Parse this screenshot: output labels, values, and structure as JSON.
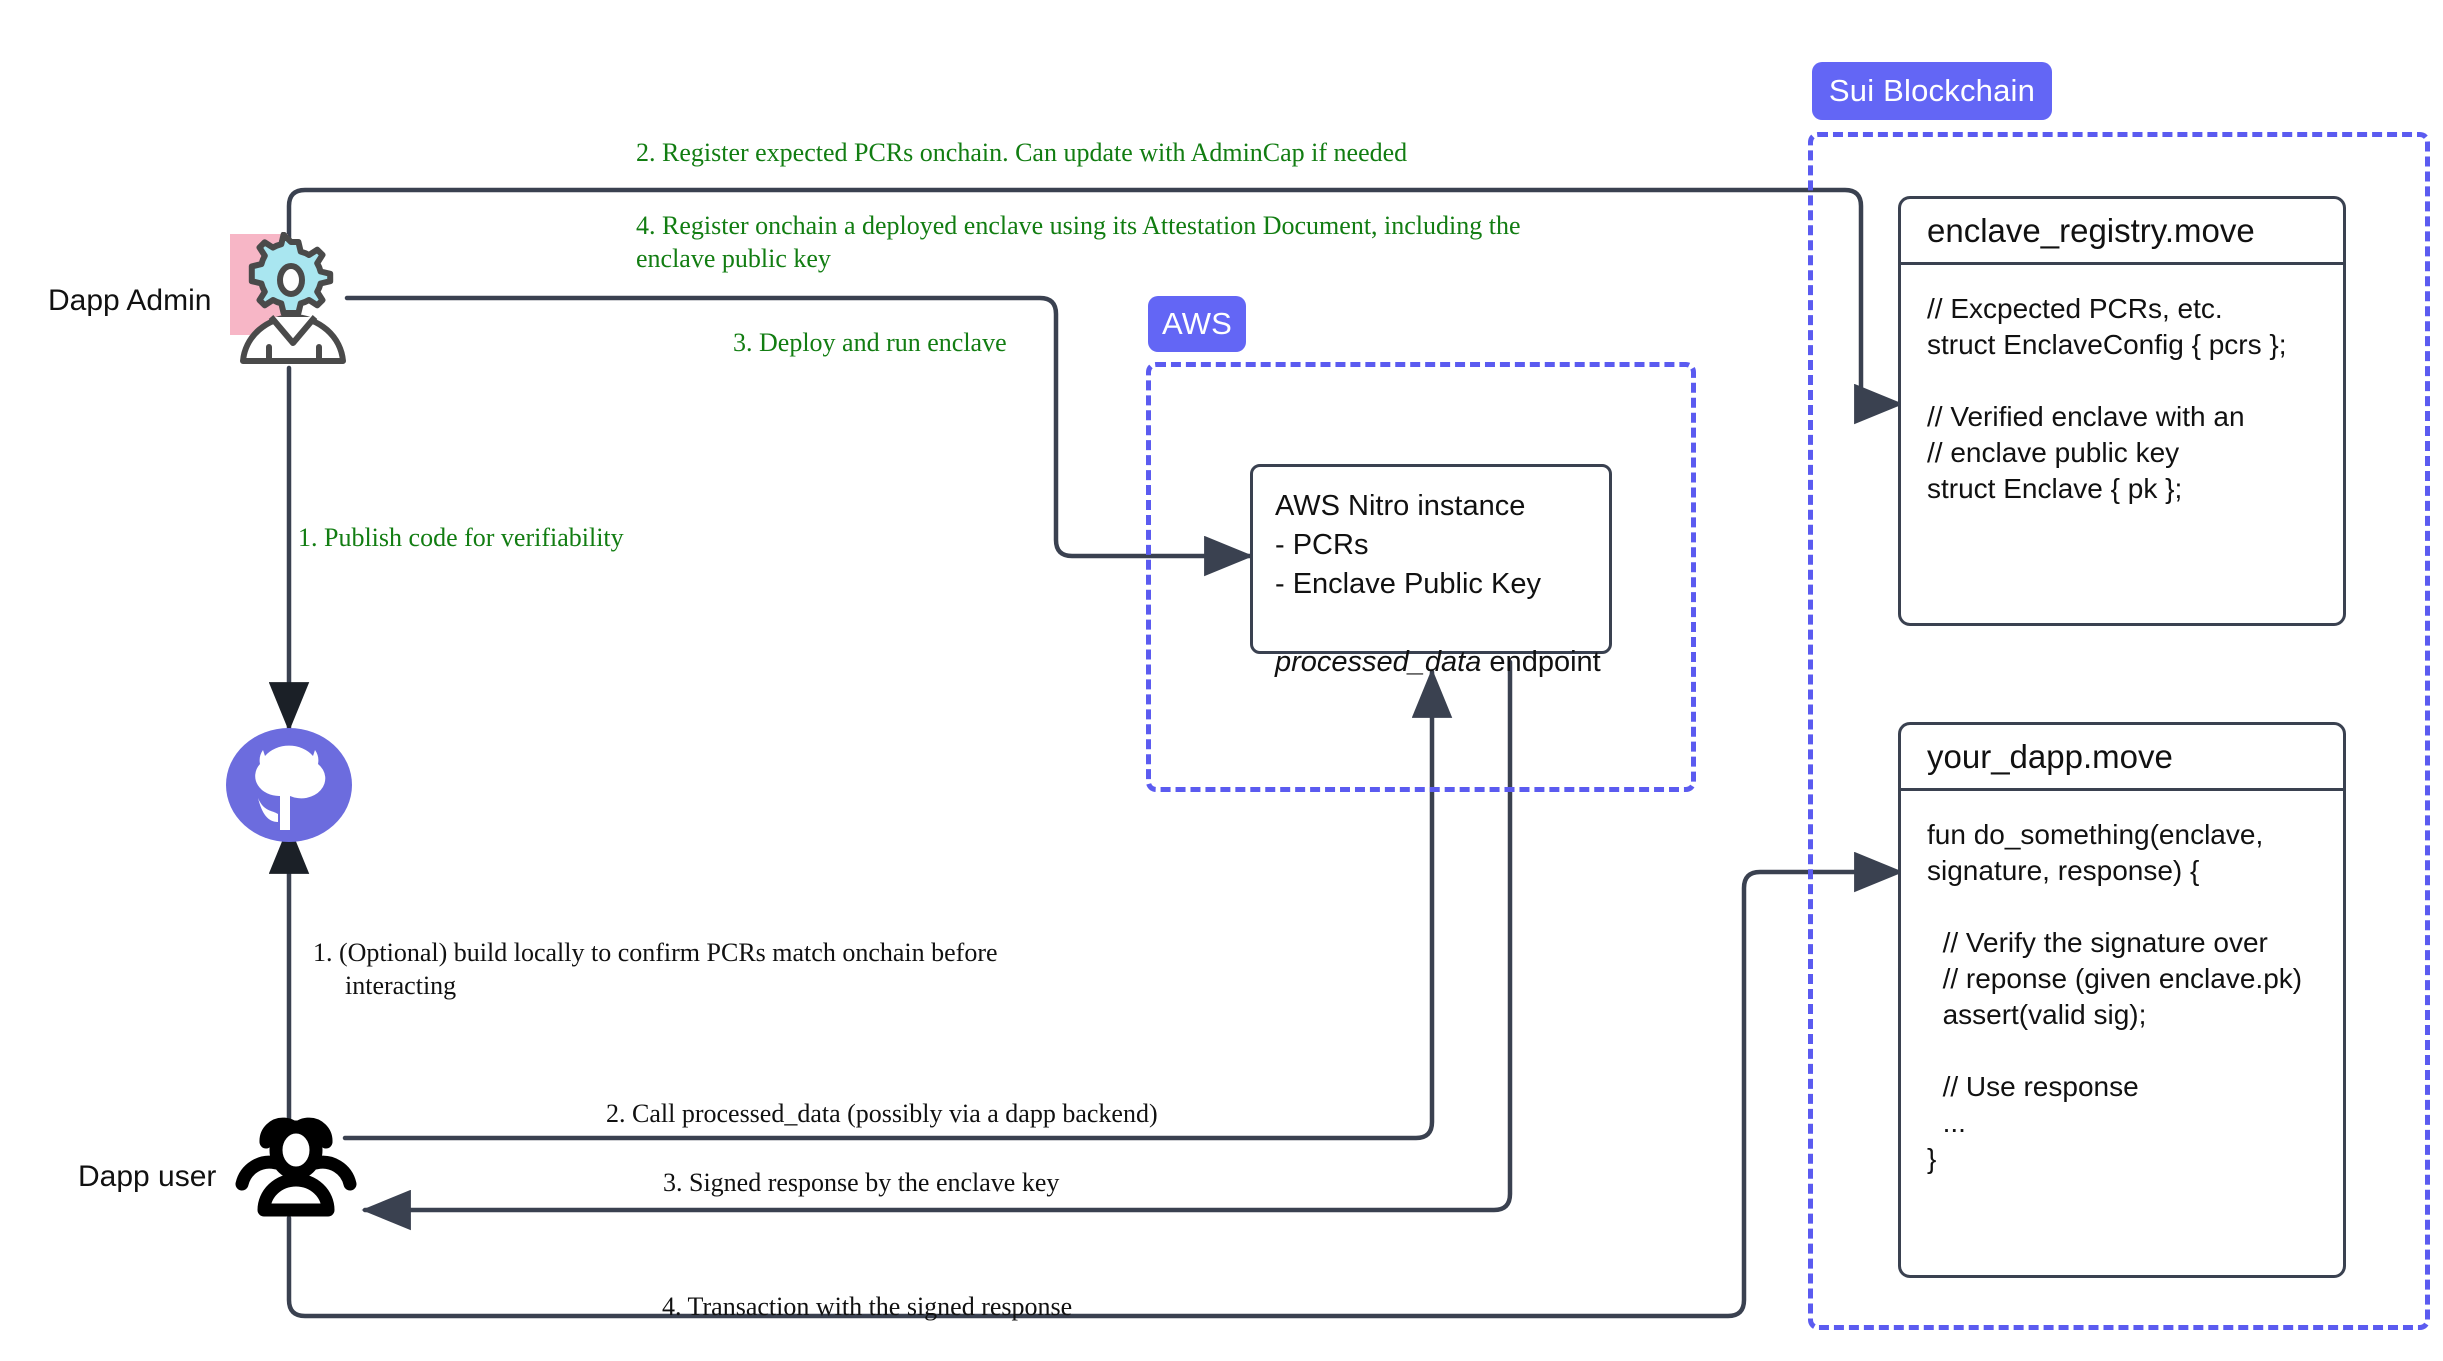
{
  "diagram": {
    "title": "Nitro Enclave attestation flow on Sui",
    "colors": {
      "accent_purple": "#6366F5",
      "dashed_purple": "#5B5BF0",
      "annotation_green": "#127D12",
      "line_gray": "#3A4150",
      "github_purple": "#6C6CDE",
      "gear_cyan": "#A9E6F0",
      "admin_pink": "#F7B6C6"
    }
  },
  "actors": {
    "admin": {
      "label": "Dapp Admin",
      "icon": "admin-gear-person-icon"
    },
    "user": {
      "label": "Dapp user",
      "icon": "users-group-icon"
    },
    "repo": {
      "label": "github-icon"
    }
  },
  "zones": {
    "aws": {
      "badge": "AWS"
    },
    "sui": {
      "badge": "Sui Blockchain"
    }
  },
  "nodes": {
    "nitro": {
      "name": "AWS Nitro instance",
      "line_pcrs": "- PCRs",
      "line_pk": "- Enclave Public Key",
      "endpoint_code": "processed_data",
      "endpoint_suffix": " endpoint"
    },
    "enclave_registry": {
      "title": "enclave_registry.move",
      "body": "// Excpected PCRs, etc.\nstruct EnclaveConfig { pcrs };\n\n// Verified enclave with an\n// enclave public key\nstruct Enclave { pk };"
    },
    "your_dapp": {
      "title": "your_dapp.move",
      "body": "fun do_something(enclave,\nsignature, response) {\n\n  // Verify the signature over\n  // reponse (given enclave.pk)\n  assert(valid sig);\n\n  // Use response\n  ...\n}"
    }
  },
  "annotations": {
    "admin_step2": "2. Register expected PCRs onchain. Can update with AdminCap if needed",
    "admin_step4_l1": "4. Register onchain a deployed enclave using its Attestation Document, including the",
    "admin_step4_l2": "enclave public key",
    "admin_step3": "3. Deploy and run enclave",
    "admin_step1": "1. Publish code for verifiability",
    "user_step1_l1": "1. (Optional) build locally to confirm PCRs match onchain before",
    "user_step1_l2": "interacting",
    "user_step2": "2. Call processed_data (possibly via a dapp backend)",
    "user_step3": "3. Signed response by the enclave key",
    "user_step4": "4. Transaction with the signed response"
  }
}
